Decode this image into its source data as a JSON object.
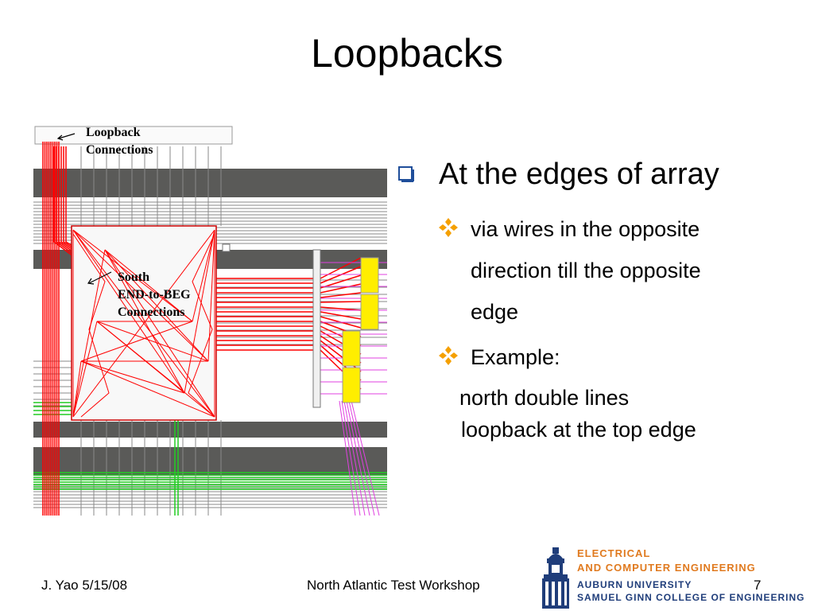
{
  "slide": {
    "title": "Loopbacks"
  },
  "figure": {
    "annotation_top": [
      "Loopback",
      "Connections"
    ],
    "annotation_mid": [
      "South",
      "END-to-BEG",
      "Connections"
    ]
  },
  "bullets": {
    "level1": "At the edges of array",
    "level2a": [
      "via wires in the opposite",
      "direction till the opposite",
      "edge"
    ],
    "level2b": "Example:",
    "plain": [
      "north double lines",
      "loopback at the top edge"
    ]
  },
  "footer": {
    "author_date": "J. Yao 5/15/08",
    "event": "North Atlantic Test Workshop",
    "page_number": "7"
  },
  "logo": {
    "line1": "ELECTRICAL",
    "line2": "AND COMPUTER ENGINEERING",
    "line3": "AUBURN UNIVERSITY",
    "line4": "SAMUEL GINN COLLEGE OF ENGINEERING"
  },
  "colors": {
    "wire_red": "#ff0000",
    "wire_gray": "#5a5a58",
    "wire_green": "#22cc22",
    "wire_magenta": "#e040e0",
    "block_yellow": "#ffee00",
    "bullet_blue": "#1f4e9a",
    "bullet_orange": "#f5a000",
    "logo_orange": "#e07a1f",
    "logo_navy": "#1f3d7a"
  }
}
